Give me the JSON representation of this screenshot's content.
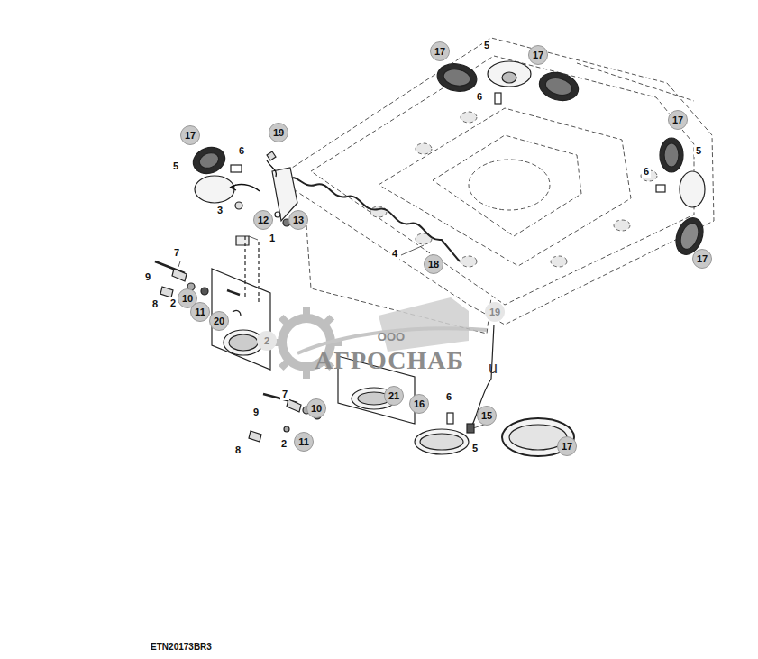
{
  "diagram": {
    "labels": [
      "17",
      "5",
      "17",
      "6",
      "17",
      "5",
      "6",
      "17",
      "17",
      "6",
      "19",
      "5",
      "3",
      "12",
      "13",
      "1",
      "4",
      "18",
      "7",
      "9",
      "2",
      "10",
      "11",
      "8",
      "20",
      "19",
      "2",
      "7",
      "10",
      "9",
      "8",
      "2",
      "11",
      "21",
      "16",
      "6",
      "15",
      "5",
      "17",
      "ООО",
      "АГРОСНАБ",
      "u",
      "ETN20173BR3"
    ]
  }
}
